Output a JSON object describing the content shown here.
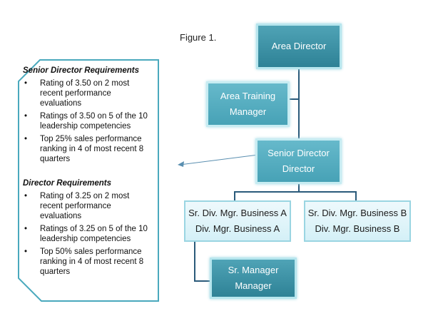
{
  "figure_label": "Figure 1.",
  "org": {
    "area_director": "Area Director",
    "area_training_manager": "Area Training Manager",
    "senior_director": [
      "Senior Director",
      "Director"
    ],
    "business_a": [
      "Sr. Div. Mgr. Business A",
      "Div. Mgr. Business A"
    ],
    "business_b": [
      "Sr. Div. Mgr. Business B",
      "Div. Mgr. Business B"
    ],
    "sr_manager": [
      "Sr. Manager",
      "Manager"
    ]
  },
  "requirements": {
    "senior_director": {
      "title": "Senior Director Requirements",
      "items": [
        "Rating of 3.50 on 2 most recent performance evaluations",
        "Ratings of 3.50 on 5 of the 10 leadership competencies",
        "Top 25% sales performance ranking in 4 of most recent 8 quarters"
      ]
    },
    "director": {
      "title": "Director Requirements",
      "items": [
        "Rating of 3.25 on 2 most recent performance evaluations",
        "Ratings of 3.25 on 5 of the 10 leadership competencies",
        "Top 50% sales performance ranking in 4 of most recent 8 quarters"
      ]
    }
  },
  "colors": {
    "box_dark": "#2e8296",
    "box_light": "#d4f0f7",
    "connector": "#2a5a7a",
    "panel_border": "#4aa9bd"
  }
}
